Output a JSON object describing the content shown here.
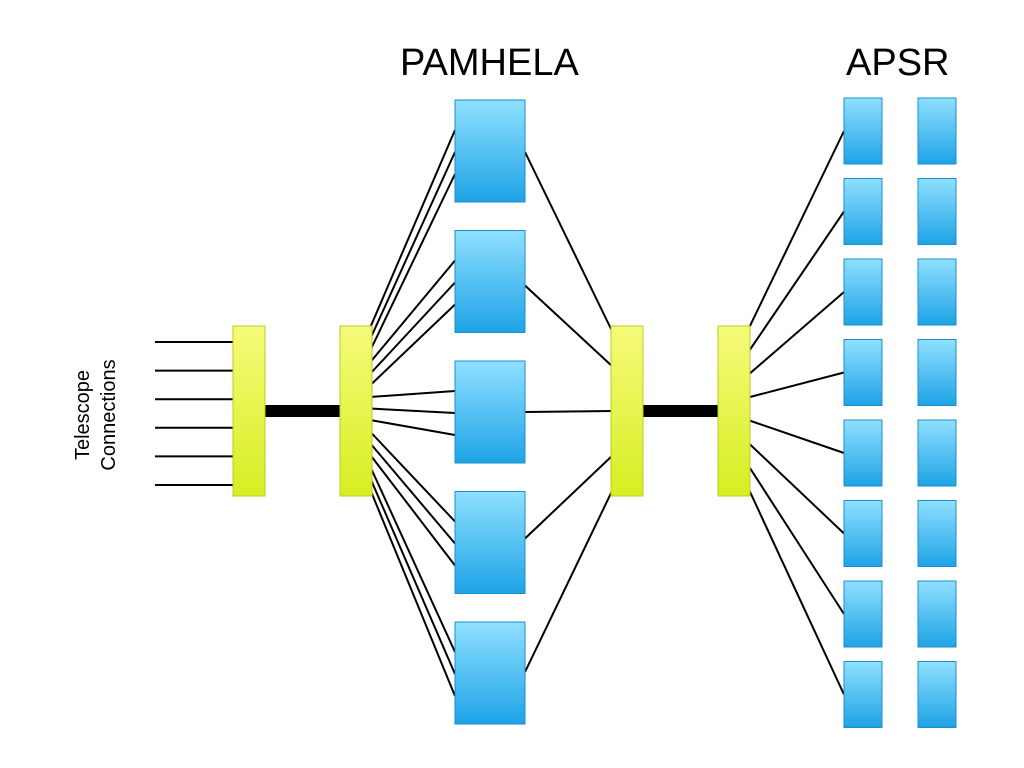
{
  "labels": {
    "pamhela": "PAMHELA",
    "apsr": "APSR",
    "telescope_line1": "Telescope",
    "telescope_line2": "Connections"
  },
  "colors": {
    "switch_fill_top": "#f6fb7a",
    "switch_fill_bottom": "#d6ee22",
    "switch_stroke": "#b9cc22",
    "node_fill_top": "#8fe0ff",
    "node_fill_bottom": "#1ea3e6",
    "node_stroke": "#1b8fc9",
    "link": "#000000"
  },
  "counts": {
    "telescope_connections": 6,
    "pamhela_nodes": 5,
    "apsr_columns": 2,
    "apsr_rows": 8
  }
}
